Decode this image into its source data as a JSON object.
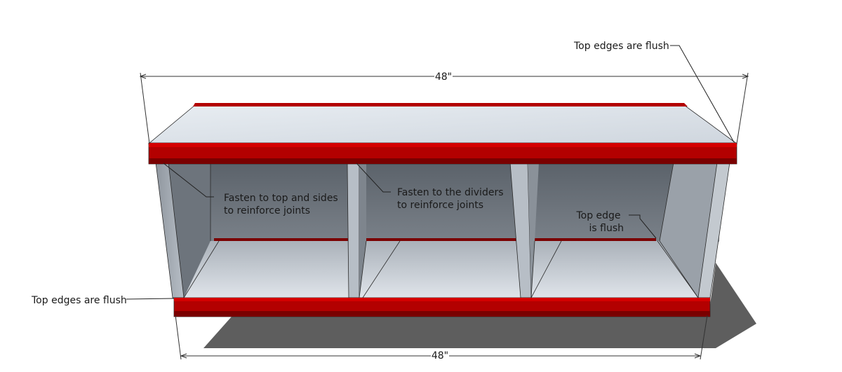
{
  "diagram": {
    "dimensions": {
      "top_width": "48\"",
      "bottom_width": "48\""
    },
    "callouts": {
      "top_right": "Top edges are flush",
      "bottom_left": "Top edges are flush",
      "fasten_top_sides": [
        "Fasten to top and sides",
        "to reinforce joints"
      ],
      "fasten_dividers": [
        "Fasten to the dividers",
        "to reinforce joints"
      ],
      "top_edge_flush": [
        "Top edge",
        "is flush"
      ]
    },
    "colors": {
      "rail_red": "#b30000",
      "rail_dark": "#7a0000",
      "panel_light": "#dde3ea",
      "panel_mid": "#9ea6af",
      "panel_dark": "#4d545c",
      "shadow": "#5a5a5a"
    }
  }
}
